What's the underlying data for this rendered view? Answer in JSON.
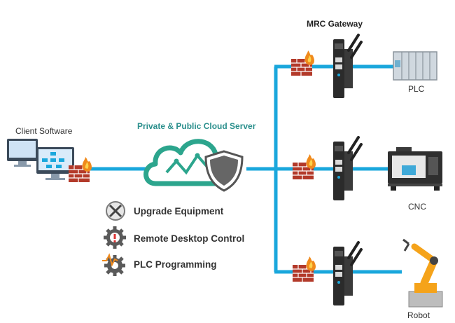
{
  "labels": {
    "client": "Client Software",
    "cloud": "Private & Public Cloud Server",
    "gateway": "MRC Gateway",
    "plc": "PLC",
    "cnc": "CNC",
    "robot": "Robot"
  },
  "features": [
    {
      "label": "Upgrade Equipment",
      "icon": "wrench-screwdriver-icon"
    },
    {
      "label": "Remote Desktop Control",
      "icon": "gear-alert-icon"
    },
    {
      "label": "PLC Programming",
      "icon": "gear-signal-icon"
    }
  ],
  "colors": {
    "link": "#1aa7dc",
    "cloud": "#2ca58d",
    "brick": "#b33a2a",
    "flame": "#f08a1c",
    "shield": "#555555",
    "title_teal": "#2a8f8c"
  }
}
